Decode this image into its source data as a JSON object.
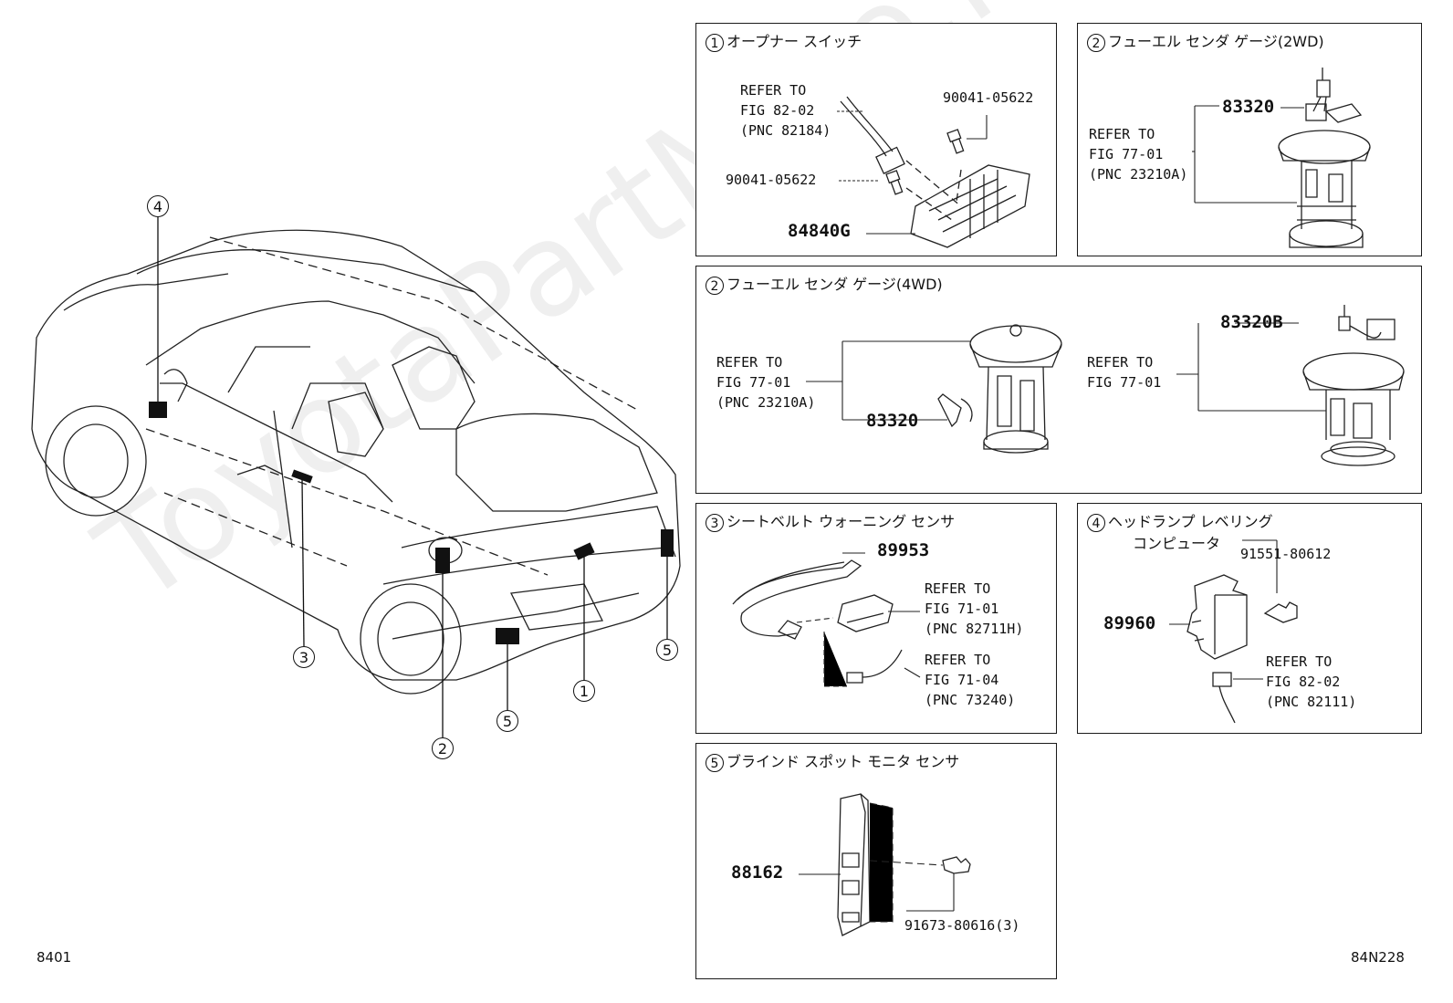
{
  "watermark": "ToyotaPartMine.ru",
  "footer": {
    "left_code": "8401",
    "right_code": "84N228"
  },
  "car_labels": [
    "1",
    "2",
    "3",
    "4",
    "5"
  ],
  "panel1": {
    "num": "1",
    "title": "オープナー スイッチ",
    "refer": [
      "REFER TO",
      "FIG 82-02",
      "(PNC 82184)"
    ],
    "bolt_a": "90041-05622",
    "bolt_b": "90041-05622",
    "part": "84840G"
  },
  "panel2a": {
    "num": "2",
    "title": "フューエル センダ ゲージ(2WD)",
    "refer": [
      "REFER TO",
      "FIG 77-01",
      "(PNC 23210A)"
    ],
    "part": "83320"
  },
  "panel2b": {
    "num": "2",
    "title": "フューエル センダ ゲージ(4WD)",
    "refer_left": [
      "REFER TO",
      "FIG 77-01",
      "(PNC 23210A)"
    ],
    "part_left": "83320",
    "refer_right": [
      "REFER TO",
      "FIG 77-01"
    ],
    "part_right": "83320B"
  },
  "panel3": {
    "num": "3",
    "title": "シートベルト ウォーニング センサ",
    "part": "89953",
    "refer_a": [
      "REFER TO",
      "FIG 71-01",
      "(PNC 82711H)"
    ],
    "refer_b": [
      "REFER TO",
      "FIG 71-04",
      "(PNC 73240)"
    ]
  },
  "panel4": {
    "num": "4",
    "title": [
      "ヘッドランプ レベリング",
      "コンピュータ"
    ],
    "bolt": "91551-80612",
    "part": "89960",
    "refer": [
      "REFER TO",
      "FIG 82-02",
      "(PNC 82111)"
    ]
  },
  "panel5": {
    "num": "5",
    "title": "ブラインド スポット モニタ センサ",
    "part": "88162",
    "bolt": "91673-80616(3)"
  }
}
